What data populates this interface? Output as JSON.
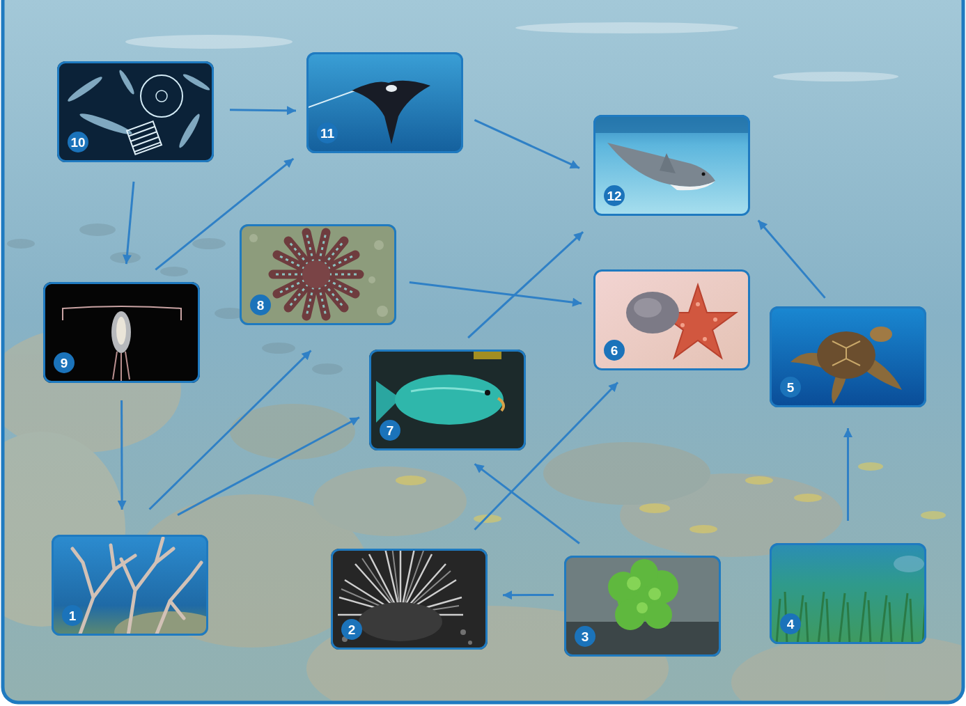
{
  "diagram": {
    "nodes": [
      {
        "text": [
          "10"
        ]
      },
      {
        "text": [
          "11"
        ]
      },
      {
        "text": [
          "12"
        ]
      },
      {
        "text": [
          "8"
        ]
      },
      {
        "text": [
          "6"
        ]
      },
      {
        "text": [
          "9"
        ]
      },
      {
        "text": [
          "5"
        ]
      },
      {
        "text": [
          "7"
        ]
      },
      {
        "text": [
          "1"
        ]
      },
      {
        "text": [
          "2"
        ]
      },
      {
        "text": [
          "3"
        ]
      },
      {
        "text": [
          "4"
        ]
      }
    ],
    "edges": [
      {
        "from": 0,
        "to": 1,
        "arrow": "to"
      },
      {
        "from": 0,
        "to": 5,
        "arrow": "to"
      },
      {
        "from": 5,
        "to": 1,
        "arrow": "to"
      },
      {
        "from": 1,
        "to": 2,
        "arrow": "to"
      },
      {
        "from": 5,
        "to": 8,
        "arrow": "to"
      },
      {
        "from": 8,
        "to": 3,
        "arrow": "to"
      },
      {
        "from": 8,
        "to": 7,
        "arrow": "to"
      },
      {
        "from": 3,
        "to": 4,
        "arrow": "to"
      },
      {
        "from": 7,
        "to": 2,
        "arrow": "to"
      },
      {
        "from": 6,
        "to": 2,
        "arrow": "to"
      },
      {
        "from": 11,
        "to": 6,
        "arrow": "to"
      },
      {
        "from": 9,
        "to": 4,
        "arrow": "to"
      },
      {
        "from": 10,
        "to": 7,
        "arrow": "to"
      },
      {
        "from": 10,
        "to": 9,
        "arrow": "to"
      }
    ]
  }
}
